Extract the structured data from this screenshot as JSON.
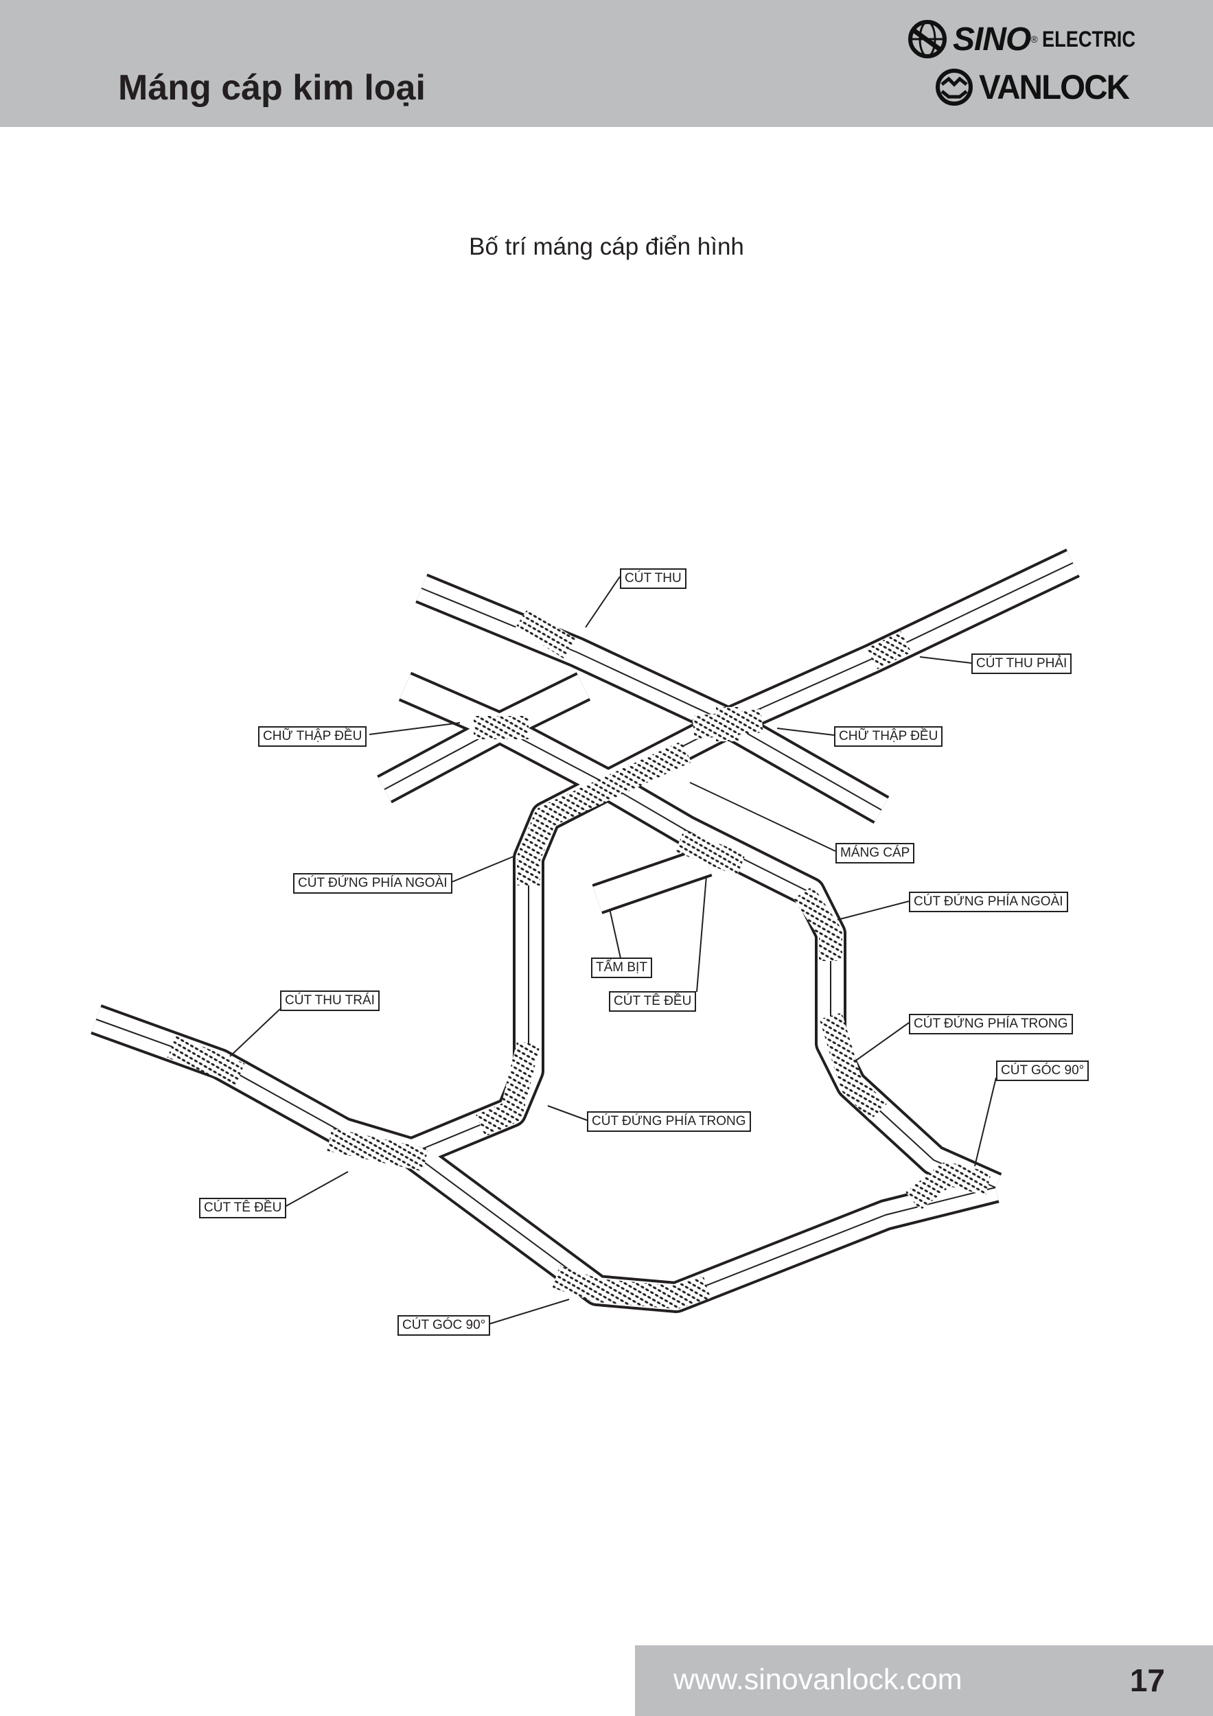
{
  "header": {
    "title": "Máng cáp kim loại",
    "logo": {
      "brand1": "SINO",
      "brand1_suffix": "ELECTRIC",
      "registered": "®",
      "brand2": "VANLOCK"
    }
  },
  "diagram": {
    "title": "Bố trí máng cáp điển hình",
    "labels": {
      "cut_thu": "CÚT THU",
      "cut_thu_phai": "CÚT THU PHẢI",
      "chu_thap_deu_left": "CHỮ THẬP ĐỀU",
      "chu_thap_deu_right": "CHỮ THẬP ĐỀU",
      "mang_cap": "MÁNG CÁP",
      "cut_dung_phia_ngoai_left": "CÚT ĐỨNG PHÍA NGOÀI",
      "cut_dung_phia_ngoai_right": "CÚT ĐỨNG PHÍA NGOÀI",
      "tam_bit": "TẤM BỊT",
      "cut_te_deu_center": "CÚT TÊ ĐỀU",
      "cut_thu_trai": "CÚT THU TRÁI",
      "cut_dung_phia_trong_right": "CÚT ĐỨNG PHÍA TRONG",
      "cut_goc_90_right": "CÚT GÓC 90°",
      "cut_dung_phia_trong_center": "CÚT ĐỨNG PHÍA TRONG",
      "cut_te_deu_left": "CÚT TÊ ĐỀU",
      "cut_goc_90_bottom": "CÚT GÓC 90°"
    }
  },
  "footer": {
    "url": "www.sinovanlock.com",
    "page_number": "17"
  },
  "colors": {
    "band": "#bcbec0",
    "ink": "#231f20"
  }
}
